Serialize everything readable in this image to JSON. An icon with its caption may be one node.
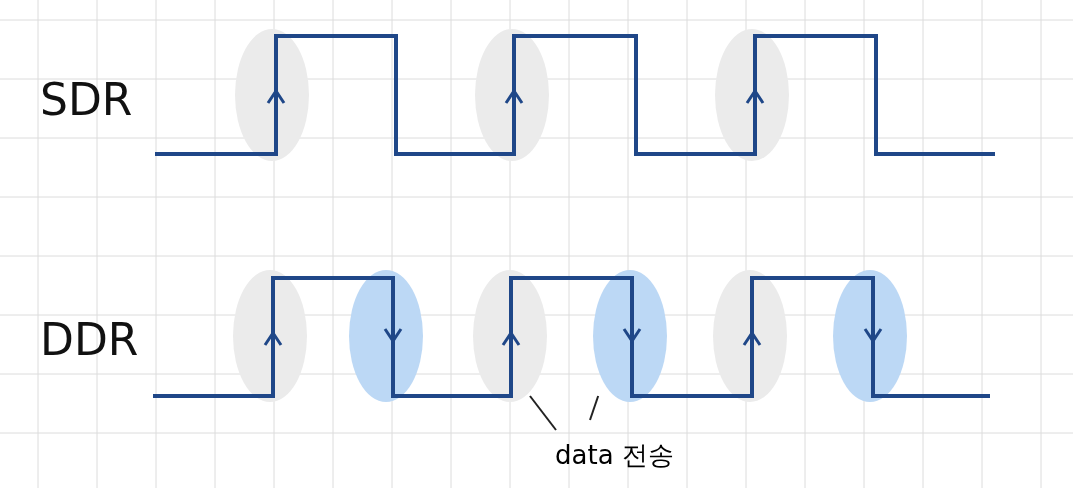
{
  "diagram": {
    "nodes": [
      {
        "text": [
          "data 전송"
        ]
      },
      {
        "text": [],
        "shape": "ellipse"
      },
      {
        "text": [],
        "shape": "ellipse"
      }
    ],
    "edges": [
      {
        "from": 0,
        "to": 1,
        "arrow": "none"
      },
      {
        "from": 0,
        "to": 2,
        "arrow": "none"
      }
    ],
    "labels": [
      "SDR",
      "DDR"
    ]
  }
}
